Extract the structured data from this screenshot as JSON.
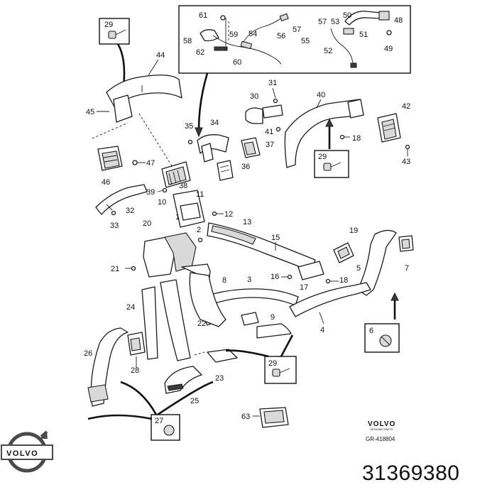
{
  "diagram": {
    "part_number": "31369380",
    "brand_text": "VOLVO",
    "brand_subtext": "GENUINE PARTS",
    "reference_code": "GR-418804",
    "logo_text": "VOLVO",
    "labels": {
      "l1": "1",
      "l2": "2",
      "l3": "3",
      "l4": "4",
      "l5": "5",
      "l6": "6",
      "l7": "7",
      "l8": "8",
      "l9": "9",
      "l10": "10",
      "l11": "11",
      "l12": "12",
      "l13": "13",
      "l15": "15",
      "l16": "16",
      "l17": "17",
      "l18a": "18",
      "l18b": "18",
      "l19": "19",
      "l20": "20",
      "l21": "21",
      "l22": "22",
      "l23": "23",
      "l24": "24",
      "l25": "25",
      "l26": "26",
      "l27": "27",
      "l28": "28",
      "l29a": "29",
      "l29b": "29",
      "l29c": "29",
      "l30": "30",
      "l31": "31",
      "l32": "32",
      "l33": "33",
      "l34": "34",
      "l35": "35",
      "l36": "36",
      "l37": "37",
      "l38": "38",
      "l39": "39",
      "l40": "40",
      "l41": "41",
      "l42": "42",
      "l43": "43",
      "l44": "44",
      "l45": "45",
      "l46": "46",
      "l47": "47",
      "l48": "48",
      "l49": "49",
      "l50": "50",
      "l51": "51",
      "l52": "52",
      "l53": "53",
      "l54": "54",
      "l55": "55",
      "l56": "56",
      "l57a": "57",
      "l57b": "57",
      "l58": "58",
      "l59": "59",
      "l60": "60",
      "l61": "61",
      "l62": "62",
      "l63": "63"
    }
  }
}
